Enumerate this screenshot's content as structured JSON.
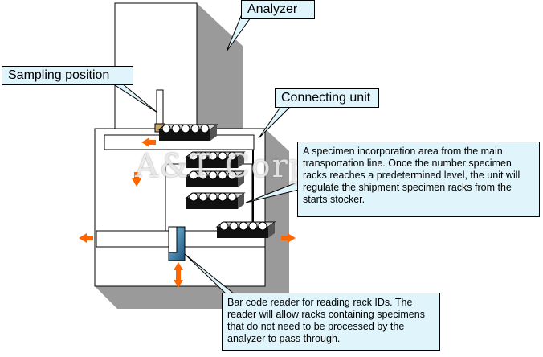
{
  "labels": {
    "analyzer": "Analyzer",
    "sampling_position": "Sampling position",
    "connecting_unit": "Connecting unit"
  },
  "notes": {
    "incorporation_area": "A specimen incorporation area from the main transportation line. Once the number specimen racks reaches a predetermined level, the unit will regulate the shipment specimen racks from the starts stocker.",
    "bar_code_reader": "Bar code reader for reading rack IDs. The reader will allow racks containing specimens that do not need to be processed by the analyzer to pass through."
  },
  "watermark": "A&T Corporation",
  "colors": {
    "arrow": "#ff6600",
    "callout_fill": "#dff4fb",
    "shadow": "#9a9a9a",
    "reader": "#2b6f9b"
  }
}
